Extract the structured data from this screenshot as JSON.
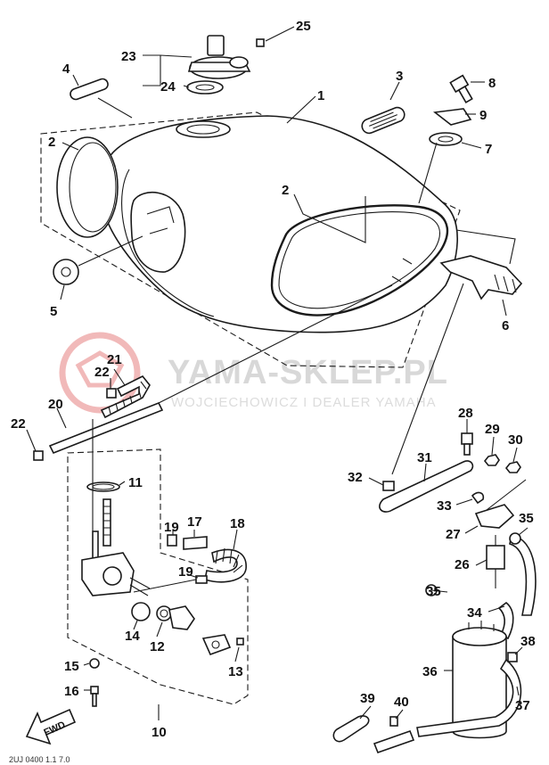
{
  "watermark": {
    "brand": "YAMA-SKLEP.PL",
    "dealer": "WOJCIECHOWICZ I DEALER YAMAHA",
    "logo_color": "#f1b9b9"
  },
  "direction_marker": {
    "label": "FWD"
  },
  "footer": {
    "code": "2UJ 0400 1.1 7.0"
  },
  "callouts": [
    {
      "id": "c1",
      "label": "1"
    },
    {
      "id": "c2a",
      "label": "2"
    },
    {
      "id": "c2b",
      "label": "2"
    },
    {
      "id": "c3",
      "label": "3"
    },
    {
      "id": "c4",
      "label": "4"
    },
    {
      "id": "c5",
      "label": "5"
    },
    {
      "id": "c6",
      "label": "6"
    },
    {
      "id": "c7",
      "label": "7"
    },
    {
      "id": "c8",
      "label": "8"
    },
    {
      "id": "c9",
      "label": "9"
    },
    {
      "id": "c10",
      "label": "10"
    },
    {
      "id": "c11",
      "label": "11"
    },
    {
      "id": "c12",
      "label": "12"
    },
    {
      "id": "c13",
      "label": "13"
    },
    {
      "id": "c14",
      "label": "14"
    },
    {
      "id": "c15",
      "label": "15"
    },
    {
      "id": "c16",
      "label": "16"
    },
    {
      "id": "c17",
      "label": "17"
    },
    {
      "id": "c18",
      "label": "18"
    },
    {
      "id": "c19a",
      "label": "19"
    },
    {
      "id": "c19b",
      "label": "19"
    },
    {
      "id": "c20",
      "label": "20"
    },
    {
      "id": "c21",
      "label": "21"
    },
    {
      "id": "c22a",
      "label": "22"
    },
    {
      "id": "c22b",
      "label": "22"
    },
    {
      "id": "c23",
      "label": "23"
    },
    {
      "id": "c24",
      "label": "24"
    },
    {
      "id": "c25",
      "label": "25"
    },
    {
      "id": "c26",
      "label": "26"
    },
    {
      "id": "c27",
      "label": "27"
    },
    {
      "id": "c28",
      "label": "28"
    },
    {
      "id": "c29",
      "label": "29"
    },
    {
      "id": "c30",
      "label": "30"
    },
    {
      "id": "c31",
      "label": "31"
    },
    {
      "id": "c32",
      "label": "32"
    },
    {
      "id": "c33",
      "label": "33"
    },
    {
      "id": "c34",
      "label": "34"
    },
    {
      "id": "c35a",
      "label": "35"
    },
    {
      "id": "c35b",
      "label": "35"
    },
    {
      "id": "c36",
      "label": "36"
    },
    {
      "id": "c37",
      "label": "37"
    },
    {
      "id": "c38",
      "label": "38"
    },
    {
      "id": "c39",
      "label": "39"
    },
    {
      "id": "c40",
      "label": "40"
    }
  ]
}
